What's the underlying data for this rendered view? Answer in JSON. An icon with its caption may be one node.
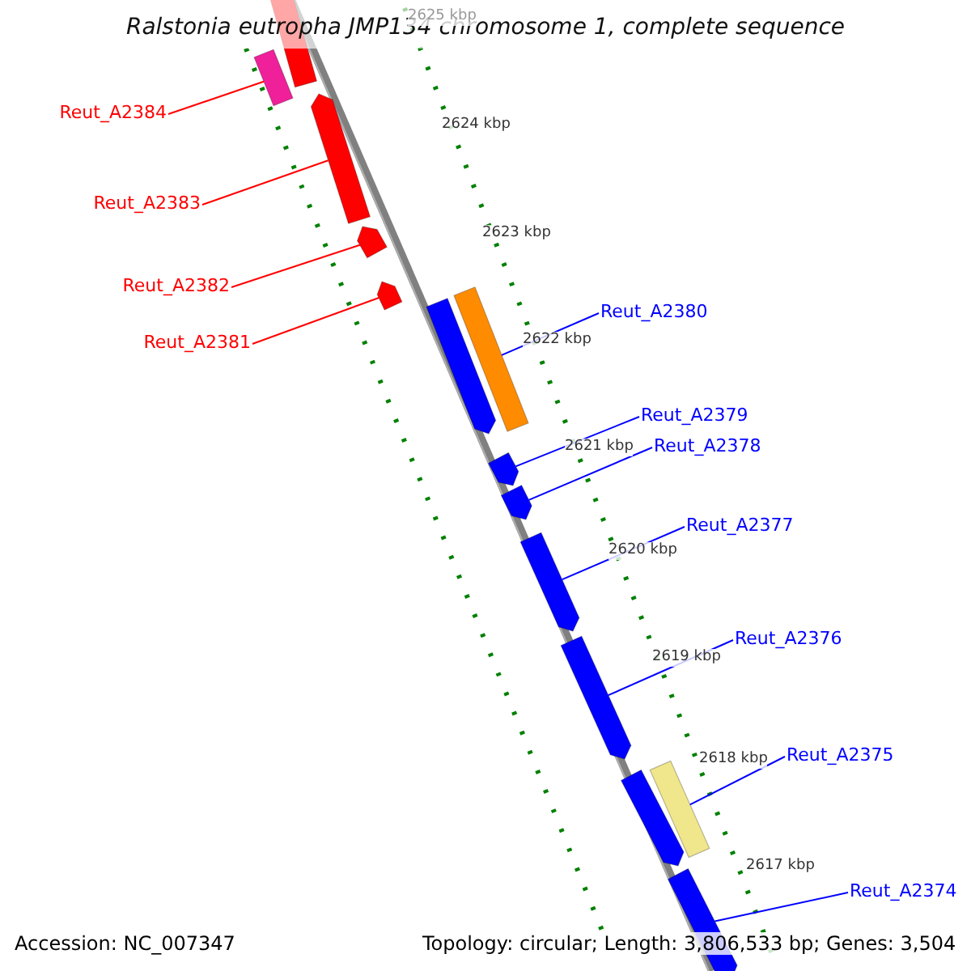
{
  "diagram": {
    "title": "Ralstonia eutropha JMP134 chromosome 1, complete sequence",
    "nodes": [
      {
        "text": [
          "Reut_A2384"
        ]
      },
      {
        "text": [
          "Reut_A2383"
        ]
      },
      {
        "text": [
          "Reut_A2382"
        ]
      },
      {
        "text": [
          "Reut_A2381"
        ]
      },
      {
        "text": [
          "Reut_A2380"
        ]
      },
      {
        "text": [
          "Reut_A2379"
        ]
      },
      {
        "text": [
          "Reut_A2378"
        ]
      },
      {
        "text": [
          "Reut_A2377"
        ]
      },
      {
        "text": [
          "Reut_A2376"
        ]
      },
      {
        "text": [
          "Reut_A2375"
        ]
      },
      {
        "text": [
          "Reut_A2374"
        ]
      },
      {
        "text": [],
        "shape": "bar"
      },
      {
        "text": [],
        "shape": "bar"
      },
      {
        "text": [],
        "shape": "pentagon"
      },
      {
        "text": [],
        "shape": "pentagon"
      },
      {
        "text": [],
        "shape": "pentagon"
      },
      {
        "text": [],
        "shape": "bar"
      },
      {
        "text": [],
        "shape": "pentagon"
      },
      {
        "text": [],
        "shape": "pentagon"
      },
      {
        "text": [],
        "shape": "pentagon"
      },
      {
        "text": [],
        "shape": "pentagon"
      },
      {
        "text": [],
        "shape": "pentagon"
      },
      {
        "text": [],
        "shape": "bar"
      },
      {
        "text": [],
        "shape": "pentagon"
      },
      {
        "text": [],
        "shape": "pentagon"
      }
    ],
    "edges": [
      {
        "from": 0,
        "to": 12,
        "arrow": "none",
        "color": "#ff0000"
      },
      {
        "from": 1,
        "to": 13,
        "arrow": "none",
        "color": "#ff0000"
      },
      {
        "from": 2,
        "to": 14,
        "arrow": "none",
        "color": "#ff0000"
      },
      {
        "from": 3,
        "to": 15,
        "arrow": "none",
        "color": "#ff0000"
      },
      {
        "from": 4,
        "to": 16,
        "arrow": "none"
      },
      {
        "from": 5,
        "to": 18,
        "arrow": "none"
      },
      {
        "from": 6,
        "to": 19,
        "arrow": "none"
      },
      {
        "from": 7,
        "to": 20,
        "arrow": "none"
      },
      {
        "from": 8,
        "to": 21,
        "arrow": "none"
      },
      {
        "from": 9,
        "to": 22,
        "arrow": "none"
      },
      {
        "from": 10,
        "to": 24,
        "arrow": "none"
      }
    ],
    "labels": [
      "2625 kbp",
      "2624 kbp",
      "2623 kbp",
      "2622 kbp",
      "2621 kbp",
      "2620 kbp",
      "2619 kbp",
      "2618 kbp",
      "2617 kbp",
      "Accession: NC_007347",
      "Topology: circular; Length: 3,806,533 bp; Genes: 3,504"
    ]
  }
}
